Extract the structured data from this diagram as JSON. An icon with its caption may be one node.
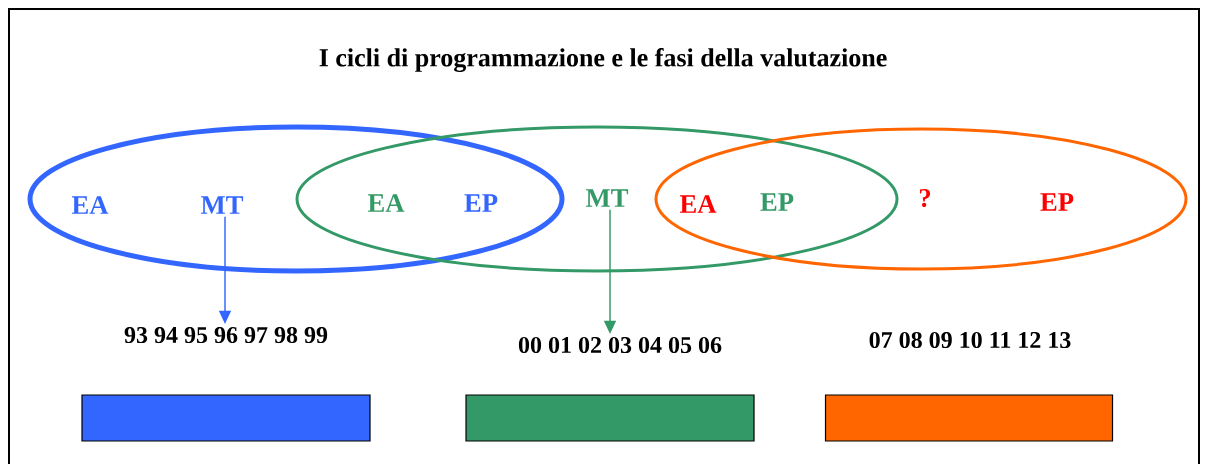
{
  "diagram": {
    "title": "I cicli di programmazione e le fasi della valutazione",
    "nodes": [
      {
        "text": [],
        "shape": "ellipse"
      },
      {
        "text": [],
        "shape": "ellipse"
      },
      {
        "text": [],
        "shape": "ellipse"
      },
      {
        "text": [
          "EA"
        ],
        "in": 0
      },
      {
        "text": [
          "MT"
        ],
        "in": 0
      },
      {
        "text": [
          "EA"
        ]
      },
      {
        "text": [
          "EP"
        ]
      },
      {
        "text": [
          "MT"
        ],
        "in": 1
      },
      {
        "text": [
          "EA"
        ]
      },
      {
        "text": [
          "EP"
        ]
      },
      {
        "text": [
          "?"
        ],
        "in": 2
      },
      {
        "text": [
          "EP"
        ],
        "in": 2
      },
      {
        "text": [
          "93 94 95 96 97 98 99"
        ]
      },
      {
        "text": [
          "00 01 02 03 04 05 06"
        ]
      },
      {
        "text": [
          "07 08 09 10 11 12 13"
        ]
      },
      {
        "text": [],
        "shape": "bar"
      },
      {
        "text": [],
        "shape": "bar"
      },
      {
        "text": [],
        "shape": "bar"
      }
    ],
    "edges": [
      {
        "from": 4,
        "to": 12,
        "arrow": "to",
        "color": "#3366ff"
      },
      {
        "from": 7,
        "to": 13,
        "arrow": "to",
        "color": "#339966"
      }
    ]
  }
}
